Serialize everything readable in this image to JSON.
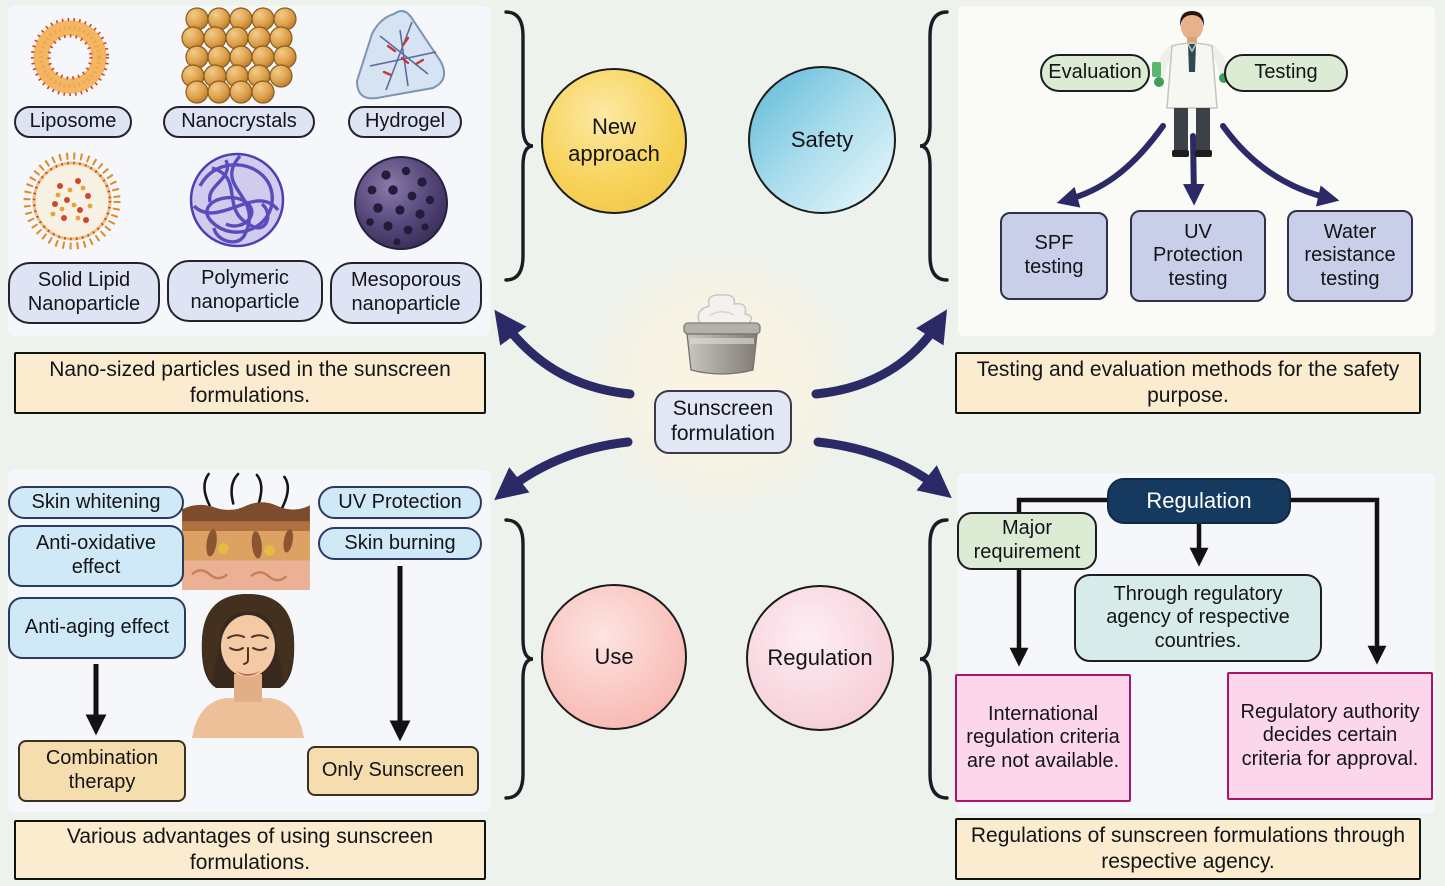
{
  "center": {
    "label": "Sunscreen formulation"
  },
  "branches": {
    "new_approach": {
      "circle_label": "New approach"
    },
    "safety": {
      "circle_label": "Safety"
    },
    "use": {
      "circle_label": "Use"
    },
    "regulation": {
      "circle_label": "Regulation"
    }
  },
  "nano_panel": {
    "items": [
      {
        "label": "Liposome",
        "icon": "liposome-icon"
      },
      {
        "label": "Nanocrystals",
        "icon": "nanocrystals-icon"
      },
      {
        "label": "Hydrogel",
        "icon": "hydrogel-icon"
      },
      {
        "label": "Solid Lipid Nanoparticle",
        "icon": "solid-lipid-nanoparticle-icon"
      },
      {
        "label": "Polymeric nanoparticle",
        "icon": "polymeric-nanoparticle-icon"
      },
      {
        "label": "Mesoporous nanoparticle",
        "icon": "mesoporous-nanoparticle-icon"
      }
    ],
    "caption": "Nano-sized particles used in the sunscreen formulations."
  },
  "safety_panel": {
    "evaluation_label": "Evaluation",
    "testing_label": "Testing",
    "tests": [
      "SPF testing",
      "UV Protection testing",
      "Water resistance testing"
    ],
    "caption": "Testing and evaluation methods for the safety purpose."
  },
  "use_panel": {
    "benefits": [
      "Skin whitening",
      "Anti-oxidative effect",
      "Anti-aging effect"
    ],
    "protection": [
      "UV Protection",
      "Skin burning"
    ],
    "outcomes": [
      "Combination therapy",
      "Only Sunscreen"
    ],
    "caption": "Various advantages of using sunscreen formulations."
  },
  "regulation_panel": {
    "header": "Regulation",
    "major_requirement": "Major requirement",
    "agency": "Through regulatory agency of respective countries.",
    "international": "International regulation criteria are not available.",
    "authority": "Regulatory authority decides certain criteria for approval.",
    "caption": "Regulations of sunscreen formulations through respective agency."
  },
  "colors": {
    "arrow_navy": "#2b2a66",
    "caption_bg": "#fbebcf",
    "new_approach_circle": "#f7d35a",
    "safety_circle": "#7ec8e0",
    "use_circle": "#f9bdb8",
    "regulation_circle": "#f7cfda",
    "regulation_header_bg": "#16395f",
    "pink_box_border": "#ab1468",
    "lavender_box": "#c9cee9",
    "green_pill": "#dcecd4",
    "blue_pill": "#cfe9f6",
    "tan_box": "#f6ddae",
    "teal_box": "#d7ecea"
  }
}
